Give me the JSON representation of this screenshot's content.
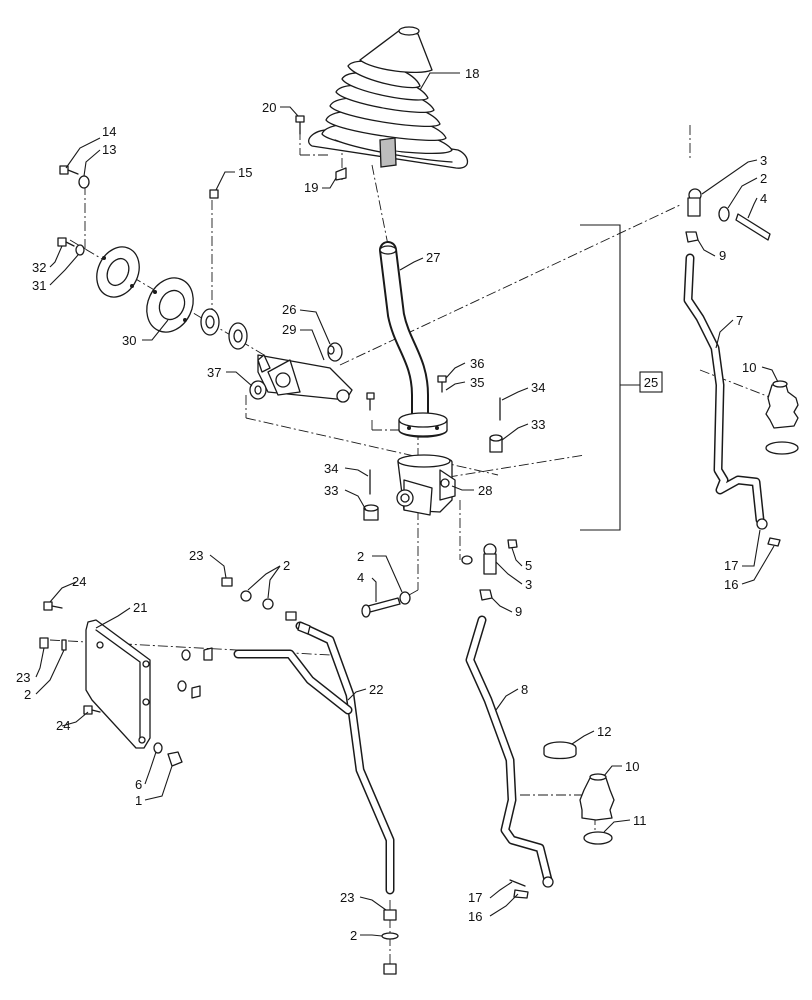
{
  "diagram": {
    "callouts": {
      "c1": "1",
      "c2a": "2",
      "c2b": "2",
      "c2c": "2",
      "c2d": "2",
      "c2e": "2",
      "c3a": "3",
      "c3b": "3",
      "c4a": "4",
      "c4b": "4",
      "c5": "5",
      "c6": "6",
      "c7": "7",
      "c8": "8",
      "c9a": "9",
      "c9b": "9",
      "c10a": "10",
      "c10b": "10",
      "c11": "11",
      "c12": "12",
      "c13": "13",
      "c14": "14",
      "c15": "15",
      "c16a": "16",
      "c16b": "16",
      "c17a": "17",
      "c17b": "17",
      "c18": "18",
      "c19": "19",
      "c20": "20",
      "c21": "21",
      "c22": "22",
      "c23a": "23",
      "c23b": "23",
      "c23c": "23",
      "c24a": "24",
      "c24b": "24",
      "c25": "25",
      "c26": "26",
      "c27": "27",
      "c28": "28",
      "c29": "29",
      "c30": "30",
      "c31": "31",
      "c32": "32",
      "c33a": "33",
      "c33b": "33",
      "c34a": "34",
      "c34b": "34",
      "c35": "35",
      "c36": "36",
      "c37": "37"
    }
  }
}
